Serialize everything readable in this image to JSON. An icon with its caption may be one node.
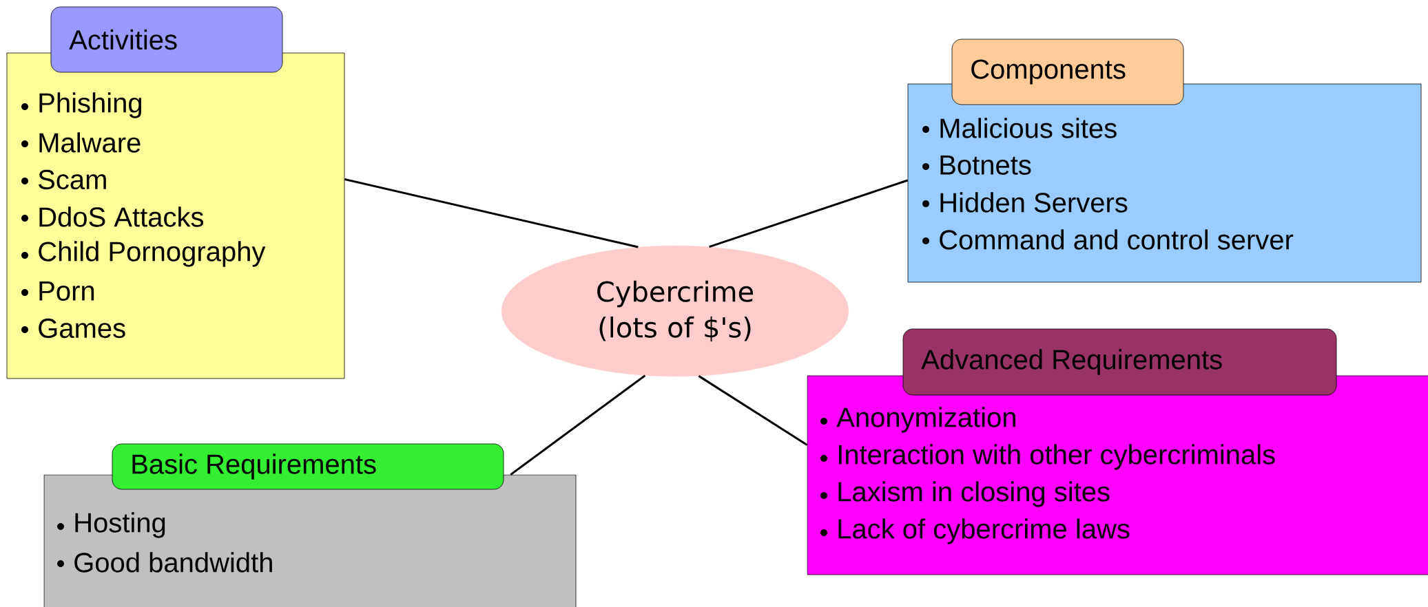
{
  "diagram": {
    "nodes": [
      {
        "text": [
          "Activities",
          "Phishing",
          "Malware",
          "Scam",
          "DdoS Attacks",
          "Child Pornography",
          "Porn",
          "Games"
        ]
      },
      {
        "text": [
          "Components",
          "Malicious sites",
          "Botnets",
          "Hidden Servers",
          "Command and control server"
        ]
      },
      {
        "text": [
          "Cybercrime (lots of $'s)"
        ]
      },
      {
        "text": [
          "Advanced Requirements",
          "Anonymization",
          "Interaction with other cybercriminals",
          "Laxism in closing sites",
          "Lack of cybercrime laws"
        ]
      },
      {
        "text": [
          "Basic Requirements",
          "Hosting",
          "Good bandwidth"
        ]
      }
    ],
    "edges": [
      {
        "from": 2,
        "to": 0,
        "arrow": "none"
      },
      {
        "from": 2,
        "to": 1,
        "arrow": "none"
      },
      {
        "from": 2,
        "to": 3,
        "arrow": "none"
      },
      {
        "from": 2,
        "to": 4,
        "arrow": "none"
      }
    ]
  }
}
